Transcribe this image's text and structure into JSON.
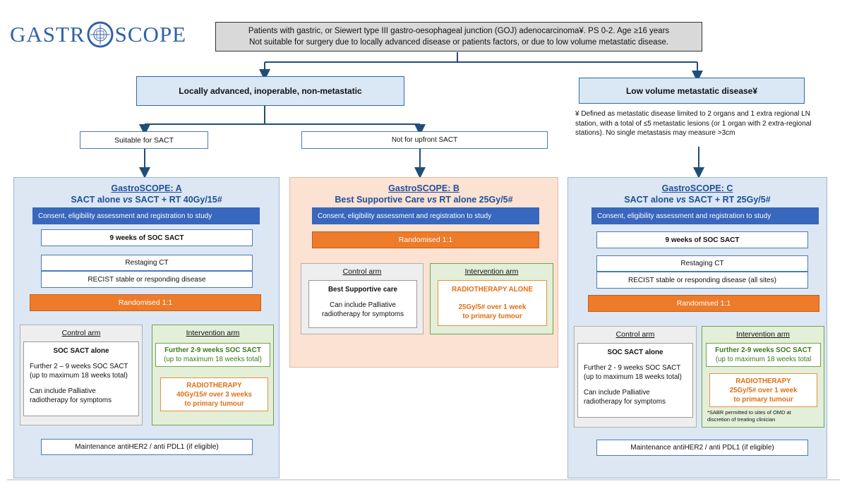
{
  "logo": {
    "text_left": "GASTR",
    "text_right": "SCOPE"
  },
  "eligibility": {
    "line1": "Patients with gastric, or Siewert type III gastro-oesophageal junction (GOJ) adenocarcinoma¥.   PS 0-2.   Age ≥16 years",
    "line2": "Not suitable for surgery due to locally advanced disease or patients factors, or due to low volume metastatic disease."
  },
  "locally_advanced": "Locally advanced, inoperable, non-metastatic",
  "low_volume": "Low volume metastatic disease¥",
  "footnote": "¥ Defined as metastatic disease limited to 2 organs and 1 extra regional LN station, with a total of ≤5 metastatic lesions (or 1 organ with 2 extra-regional stations). No single metastasis may measure >3cm",
  "suitable": "Suitable for SACT",
  "not_suitable": "Not for upfront SACT",
  "panel_a": {
    "name": "GastroSCOPE: A",
    "subtitle": "SACT alone vs SACT + RT 40Gy/15#",
    "consent": "Consent, eligibility assessment and registration to study",
    "soc": "9 weeks of SOC SACT",
    "restaging": "Restaging CT",
    "recist": "RECIST stable or responding disease",
    "randomised": "Randomised 1:1",
    "control_title": "Control arm",
    "control_head": "SOC SACT alone",
    "control_l1": "Further 2 – 9 weeks SOC SACT",
    "control_l2": "(up to maximum 18 weeks total)",
    "control_l3": "Can include Palliative",
    "control_l4": "radiotherapy for symptoms",
    "int_title": "Intervention arm",
    "int_head": "Further 2-9 weeks SOC SACT",
    "int_sub": "(up to maximum 18 weeks total)",
    "rt1": "RADIOTHERAPY",
    "rt2": "40Gy/15# over 3 weeks",
    "rt3": "to primary tumour",
    "maintenance": "Maintenance antiHER2 / anti PDL1 (if eligible)"
  },
  "panel_b": {
    "name": "GastroSCOPE: B",
    "subtitle": "Best Supportive Care vs RT alone 25Gy/5#",
    "consent": "Consent, eligibility assessment and registration to study",
    "randomised": "Randomised 1:1",
    "control_title": "Control arm",
    "control_head": "Best Supportive care",
    "control_l1": "Can include Palliative",
    "control_l2": "radiotherapy for symptoms",
    "int_title": "Intervention arm",
    "rt1": "RADIOTHERAPY ALONE",
    "rt2": "25Gy/5# over 1 week",
    "rt3": "to primary tumour"
  },
  "panel_c": {
    "name": "GastroSCOPE: C",
    "subtitle": "SACT alone vs SACT + RT 25Gy/5#",
    "consent": "Consent, eligibility assessment and registration to study",
    "soc": "9 weeks of SOC SACT",
    "restaging": "Restaging CT",
    "recist": "RECIST stable or responding disease (all sites)",
    "randomised": "Randomised 1:1",
    "control_title": "Control arm",
    "control_head": "SOC SACT alone",
    "control_l1": "Further 2 - 9 weeks SOC SACT",
    "control_l2": "(up to maximum 18 weeks total)",
    "control_l3": "Can include Palliative",
    "control_l4": "radiotherapy for symptoms",
    "int_title": "Intervention arm",
    "int_head": "Further 2-9 weeks SOC SACT",
    "int_sub": "(up to maximum 18 weeks total",
    "rt1": "RADIOTHERAPY",
    "rt2": "25Gy/5# over 1 week",
    "rt3": "to primary tumour",
    "sabr_note": "*SABR permitted to sites of OMD at discretion of treating clinician",
    "maintenance": "Maintenance antiHER2 / anti PDL1 (if eligible)"
  },
  "colors": {
    "title_blue": "#1f4e9a",
    "consent_blue": "#3867bd",
    "orange": "#ed7b2a",
    "green": "#3d7a1f",
    "rt_orange": "#e06f15"
  }
}
